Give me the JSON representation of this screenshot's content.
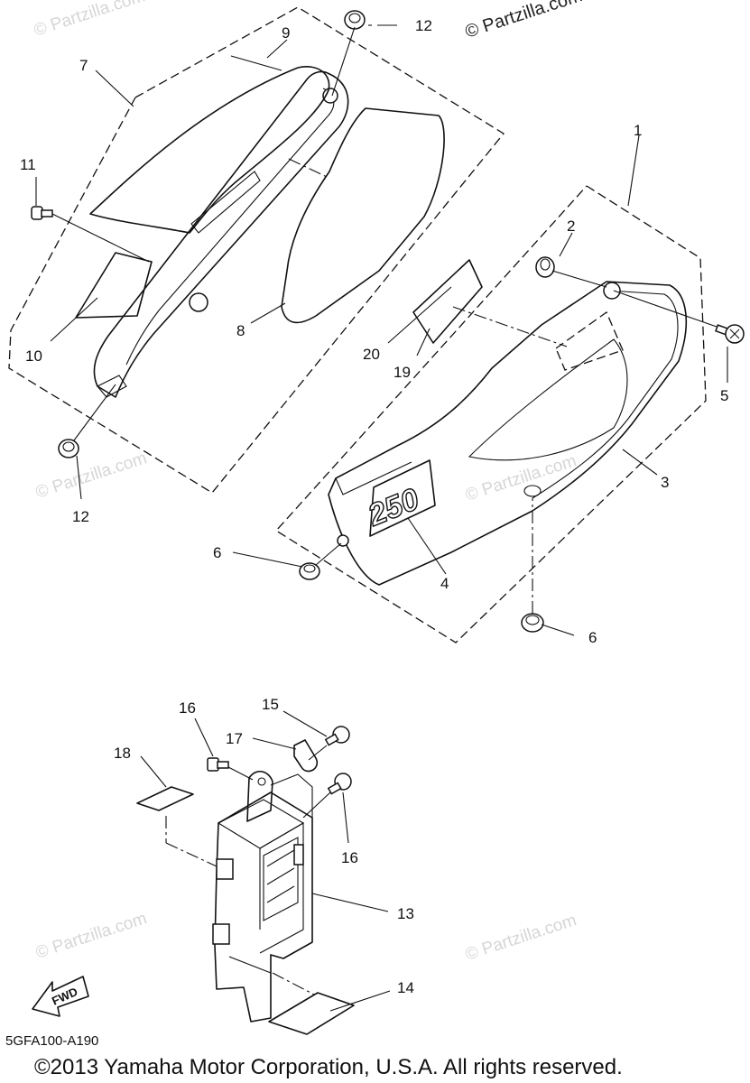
{
  "watermarks": {
    "top_dark": "© Partzilla.com",
    "faint": "© Partzilla.com"
  },
  "callouts": {
    "c1": "1",
    "c2": "2",
    "c3": "3",
    "c4": "4",
    "c5": "5",
    "c6a": "6",
    "c6b": "6",
    "c7": "7",
    "c8": "8",
    "c9": "9",
    "c10": "10",
    "c11": "11",
    "c12a": "12",
    "c12b": "12",
    "c13": "13",
    "c14": "14",
    "c15": "15",
    "c16a": "16",
    "c16b": "16",
    "c17": "17",
    "c18": "18",
    "c19": "19",
    "c20": "20"
  },
  "emblem_text": "250",
  "fwd_label": "FWD",
  "diagram_code": "5GFA100-A190",
  "copyright": "©2013  Yamaha Motor Corporation, U.S.A. All rights reserved."
}
